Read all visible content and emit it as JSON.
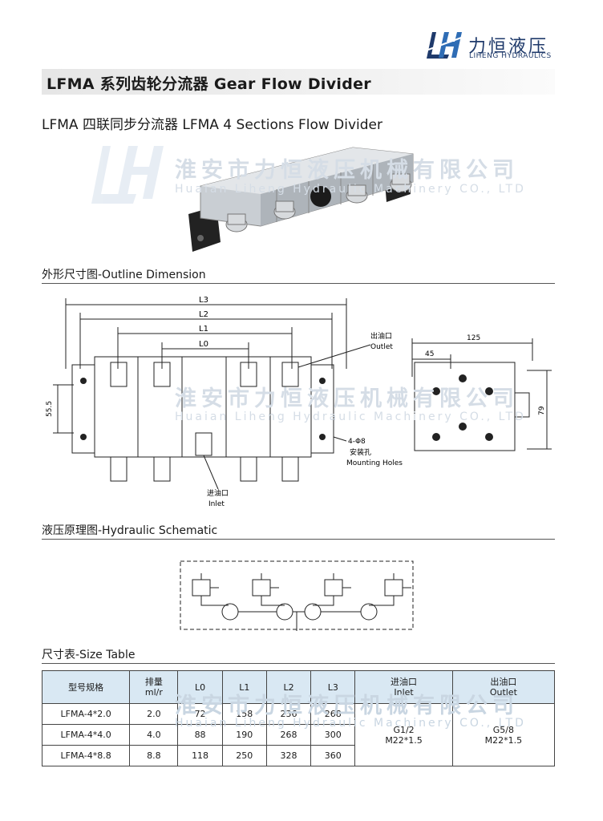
{
  "brand": {
    "name_cn": "力恒液压",
    "name_en": "LIHENG HYDRAULICS"
  },
  "title": "LFMA 系列齿轮分流器 Gear Flow Divider",
  "subtitle": "LFMA 四联同步分流器 LFMA 4 Sections Flow Divider",
  "watermark": {
    "cn": "淮安市力恒液压机械有限公司",
    "en": "Huaian Liheng Hydraulic Machinery CO., LTD"
  },
  "sections": {
    "outline": "外形尺寸图-Outline Dimension",
    "schematic": "液压原理图-Hydraulic Schematic",
    "size_table": "尺寸表-Size Table"
  },
  "drawing": {
    "L3": "L3",
    "L2": "L2",
    "L1": "L1",
    "L0": "L0",
    "height_left": "55.5",
    "outlet_cn": "出油口",
    "outlet_en": "Outlet",
    "inlet_cn": "进油口",
    "inlet_en": "Inlet",
    "holes_spec": "4-Φ8",
    "holes_cn": "安装孔",
    "holes_en": "Mounting Holes",
    "side_width": "125",
    "side_offset": "45",
    "side_height": "79"
  },
  "table": {
    "headers": {
      "model": "型号规格",
      "disp_cn": "排量",
      "disp_unit": "ml/r",
      "l0": "L0",
      "l1": "L1",
      "l2": "L2",
      "l3": "L3",
      "inlet_cn": "进油口",
      "inlet_en": "Inlet",
      "outlet_cn": "出油口",
      "outlet_en": "Outlet"
    },
    "rows": [
      {
        "model": "LFMA-4*2.0",
        "disp": "2.0",
        "l0": "72",
        "l1": "158",
        "l2": "236",
        "l3": "268"
      },
      {
        "model": "LFMA-4*4.0",
        "disp": "4.0",
        "l0": "88",
        "l1": "190",
        "l2": "268",
        "l3": "300"
      },
      {
        "model": "LFMA-4*8.8",
        "disp": "8.8",
        "l0": "118",
        "l1": "250",
        "l2": "328",
        "l3": "360"
      }
    ],
    "inlet_port": "G1/2",
    "inlet_thread": "M22*1.5",
    "outlet_port": "G5/8",
    "outlet_thread": "M22*1.5"
  }
}
